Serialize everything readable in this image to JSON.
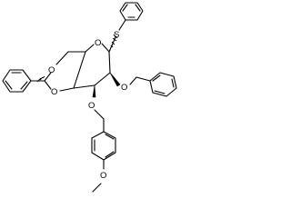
{
  "atom_labels": {
    "ring_oxygen": "O",
    "acetal_oxygen_upper": "O",
    "acetal_oxygen_lower": "O",
    "sulfur": "S",
    "benzyl_ether_oxygen": "O",
    "pmb_ether_oxygen": "O",
    "methoxy_oxygen": "O"
  }
}
